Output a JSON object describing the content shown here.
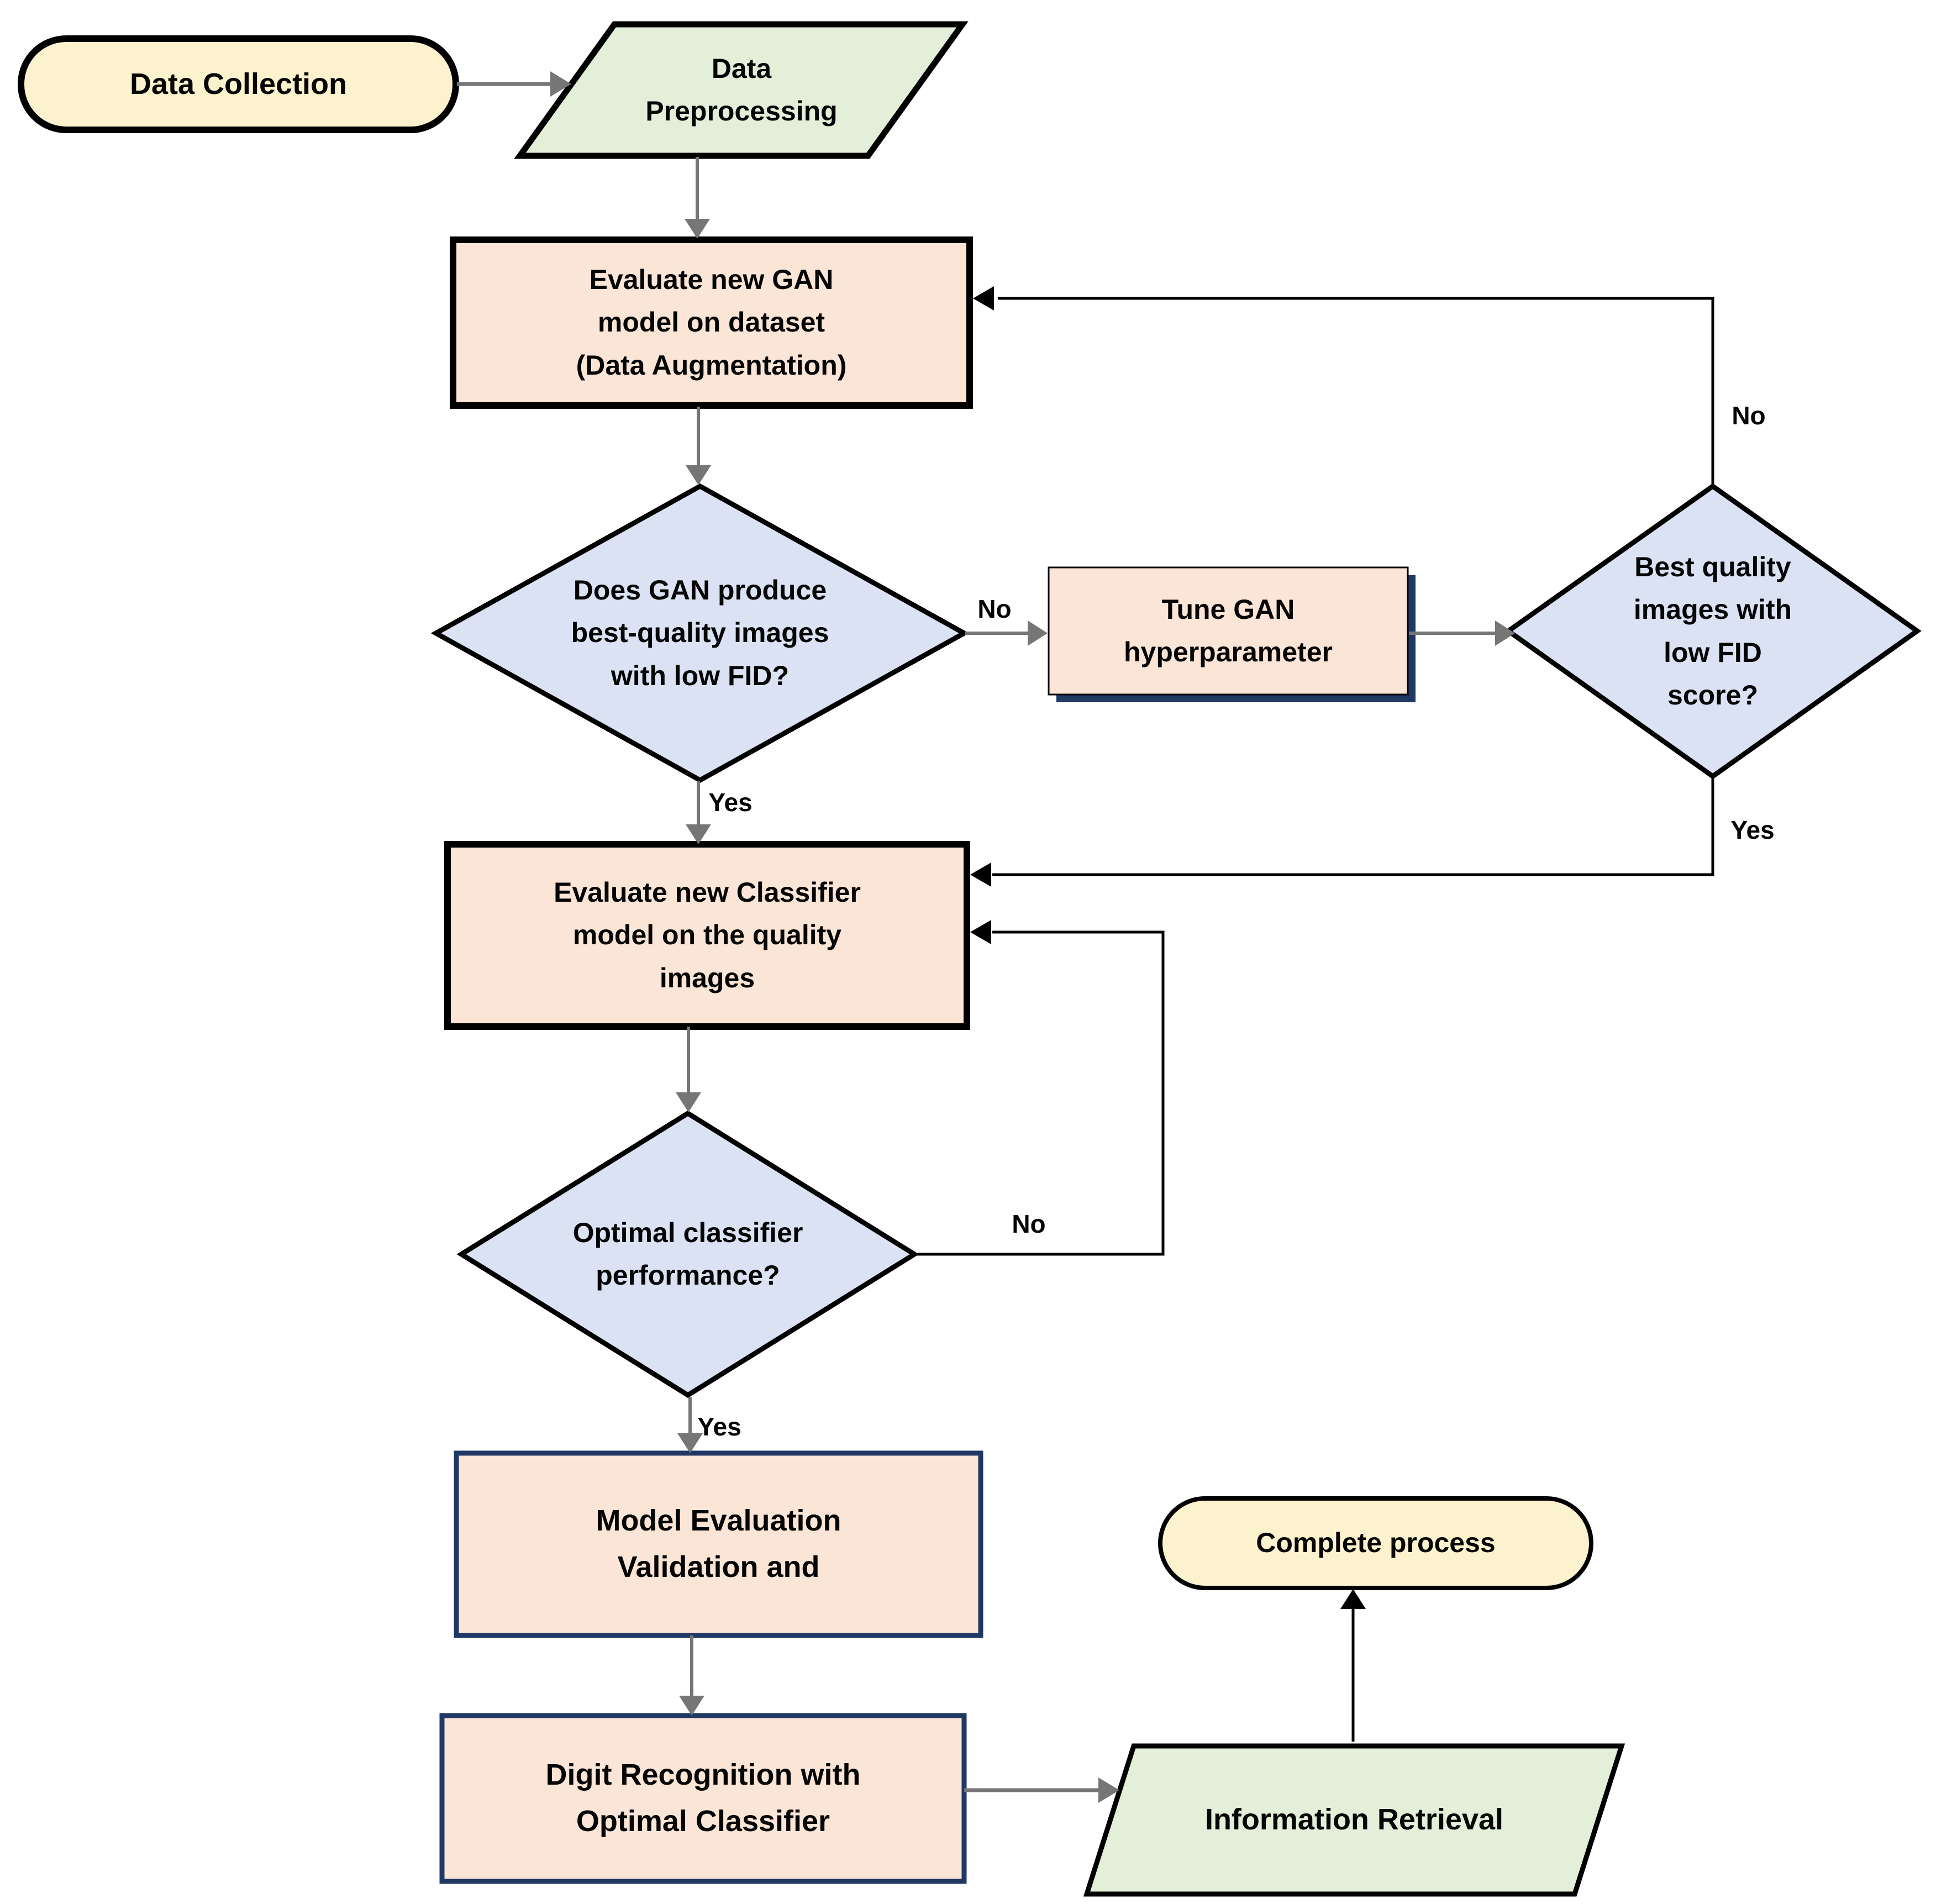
{
  "nodes": {
    "data_collection": {
      "label": "Data Collection",
      "type": "terminator"
    },
    "data_preprocessing": {
      "label": "Data\nPreprocessing",
      "type": "input-output"
    },
    "evaluate_gan": {
      "label": "Evaluate new GAN\nmodel on dataset\n(Data Augmentation)",
      "type": "process"
    },
    "gan_decision": {
      "label": "Does GAN produce\nbest-quality images\nwith low FID?",
      "type": "decision"
    },
    "tune_gan": {
      "label": "Tune GAN\nhyperparameter",
      "type": "process"
    },
    "fid_decision": {
      "label": "Best quality\nimages with\nlow FID\nscore?",
      "type": "decision"
    },
    "evaluate_classifier": {
      "label": "Evaluate new Classifier\nmodel on the quality\nimages",
      "type": "process"
    },
    "classifier_decision": {
      "label": "Optimal classifier\nperformance?",
      "type": "decision"
    },
    "model_evaluation": {
      "label": "Model Evaluation\nValidation and",
      "type": "process"
    },
    "digit_recognition": {
      "label": "Digit Recognition with\nOptimal Classifier",
      "type": "process"
    },
    "information_retrieval": {
      "label": "Information Retrieval",
      "type": "input-output"
    },
    "complete_process": {
      "label": "Complete process",
      "type": "terminator"
    }
  },
  "edge_labels": {
    "gan_decision_no": "No",
    "gan_decision_yes": "Yes",
    "fid_decision_no": "No",
    "fid_decision_yes": "Yes",
    "classifier_decision_no": "No",
    "classifier_decision_yes": "Yes"
  },
  "colors": {
    "terminator_fill": "#FDF2CE",
    "io_fill": "#E3EFD9",
    "process_fill": "#FBE5D6",
    "decision_fill": "#DAE2F3",
    "outline_navy": "#1F3864",
    "connector_gray": "#767676",
    "connector_black": "#000000",
    "background": "#FFFFFF"
  }
}
